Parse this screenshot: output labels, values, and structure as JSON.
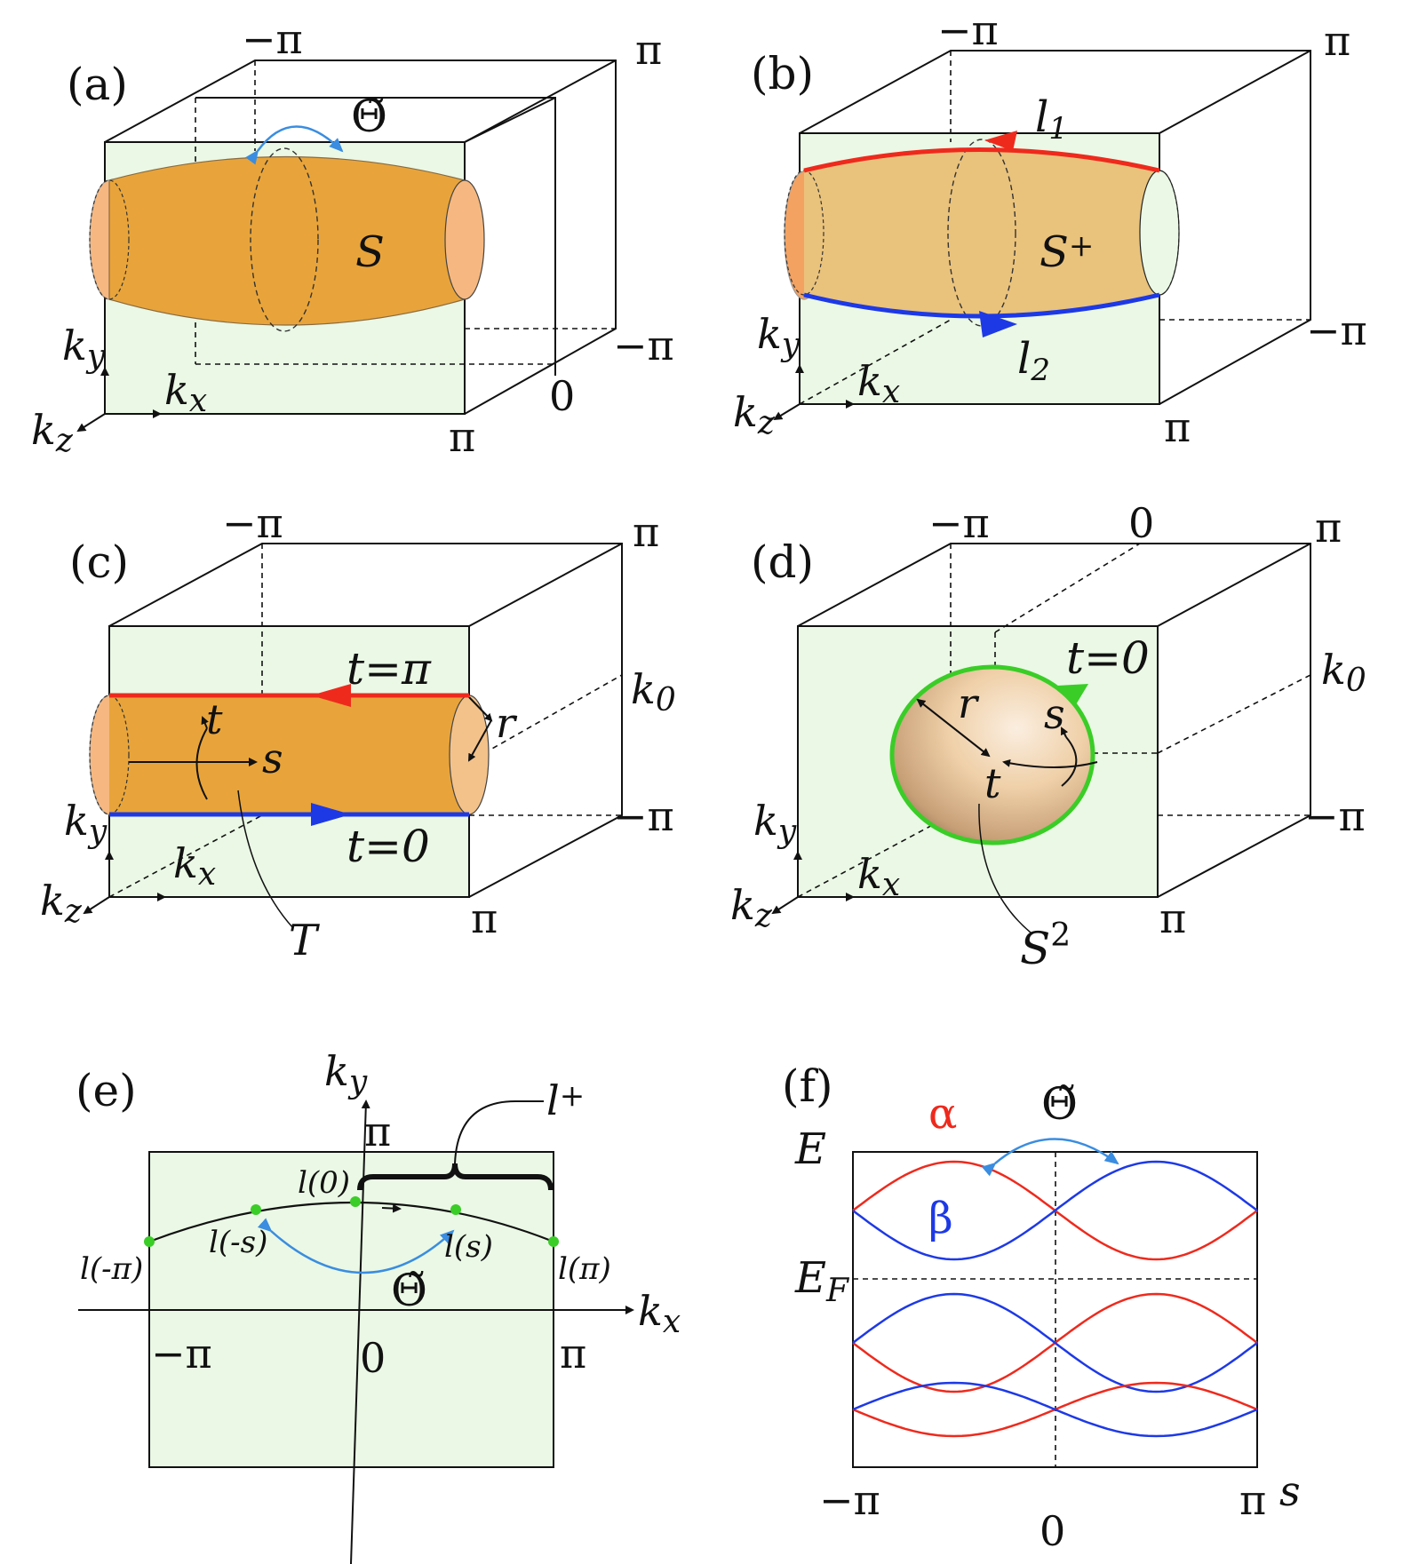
{
  "colors": {
    "orange": "#e8a43a",
    "red": "#ee2a1d",
    "blue": "#1d39e6",
    "green": "#3acd27",
    "arrow_blue": "#3a8de0",
    "face": "#eaf8e5"
  },
  "icons": [
    "theta-tilde-arrow-icon"
  ],
  "panel_a": {
    "label": "(a)",
    "surface": "S",
    "symmetry": "Θ̃",
    "tick_neg_pi": "−π",
    "tick_pi_top": "π",
    "tick_neg_pi_right": "−π",
    "tick_zero": "0",
    "tick_pi_bottom": "π",
    "axis_ky": "k",
    "axis_ky_sub": "y",
    "axis_kx": "k",
    "axis_kx_sub": "x",
    "axis_kz": "k",
    "axis_kz_sub": "z"
  },
  "panel_b": {
    "label": "(b)",
    "surface": "S",
    "surface_sup": "+",
    "line_top": "l",
    "line_top_sub": "1",
    "line_bottom": "l",
    "line_bottom_sub": "2",
    "tick_neg_pi": "−π",
    "tick_pi_top": "π",
    "tick_neg_pi_right": "−π",
    "tick_pi_bottom": "π",
    "axis_ky": "k",
    "axis_ky_sub": "y",
    "axis_kx": "k",
    "axis_kx_sub": "x",
    "axis_kz": "k",
    "axis_kz_sub": "z"
  },
  "panel_c": {
    "label": "(c)",
    "t_top": "t=π",
    "t_bottom": "t=0",
    "t_var": "t",
    "s_var": "s",
    "r_var": "r",
    "k0": "k",
    "k0_sub": "0",
    "torus": "T",
    "tick_neg_pi": "−π",
    "tick_pi_top": "π",
    "tick_neg_pi_right": "−π",
    "tick_pi_bottom": "π",
    "axis_ky": "k",
    "axis_ky_sub": "y",
    "axis_kx": "k",
    "axis_kx_sub": "x",
    "axis_kz": "k",
    "axis_kz_sub": "z"
  },
  "panel_d": {
    "label": "(d)",
    "t_zero": "t=0",
    "r_var": "r",
    "s_var": "s",
    "t_var": "t",
    "k0": "k",
    "k0_sub": "0",
    "sphere": "S",
    "sphere_sup": "2",
    "tick_neg_pi": "−π",
    "tick_zero": "0",
    "tick_pi_top": "π",
    "tick_neg_pi_right": "−π",
    "tick_pi_bottom": "π",
    "axis_ky": "k",
    "axis_ky_sub": "y",
    "axis_kx": "k",
    "axis_kx_sub": "x",
    "axis_kz": "k",
    "axis_kz_sub": "z"
  },
  "panel_e": {
    "label": "(e)",
    "axis_ky": "k",
    "axis_ky_sub": "y",
    "axis_kx": "k",
    "axis_kx_sub": "x",
    "tick_pi_y": "π",
    "tick_neg_pi": "−π",
    "tick_zero": "0",
    "tick_pi_x": "π",
    "l_plus": "l",
    "l_plus_sup": "+",
    "l0": "l(0)",
    "l_neg_s": "l(-s)",
    "l_s": "l(s)",
    "l_neg_pi": "l(-π)",
    "l_pi": "l(π)",
    "symmetry": "Θ̃"
  },
  "panel_f": {
    "label": "(f)",
    "alpha": "α",
    "beta": "β",
    "symmetry": "Θ̃",
    "y_label": "E",
    "ef_label": "E",
    "ef_sub": "F",
    "x_label": "s",
    "tick_neg_pi": "−π",
    "tick_zero": "0",
    "tick_pi": "π"
  }
}
